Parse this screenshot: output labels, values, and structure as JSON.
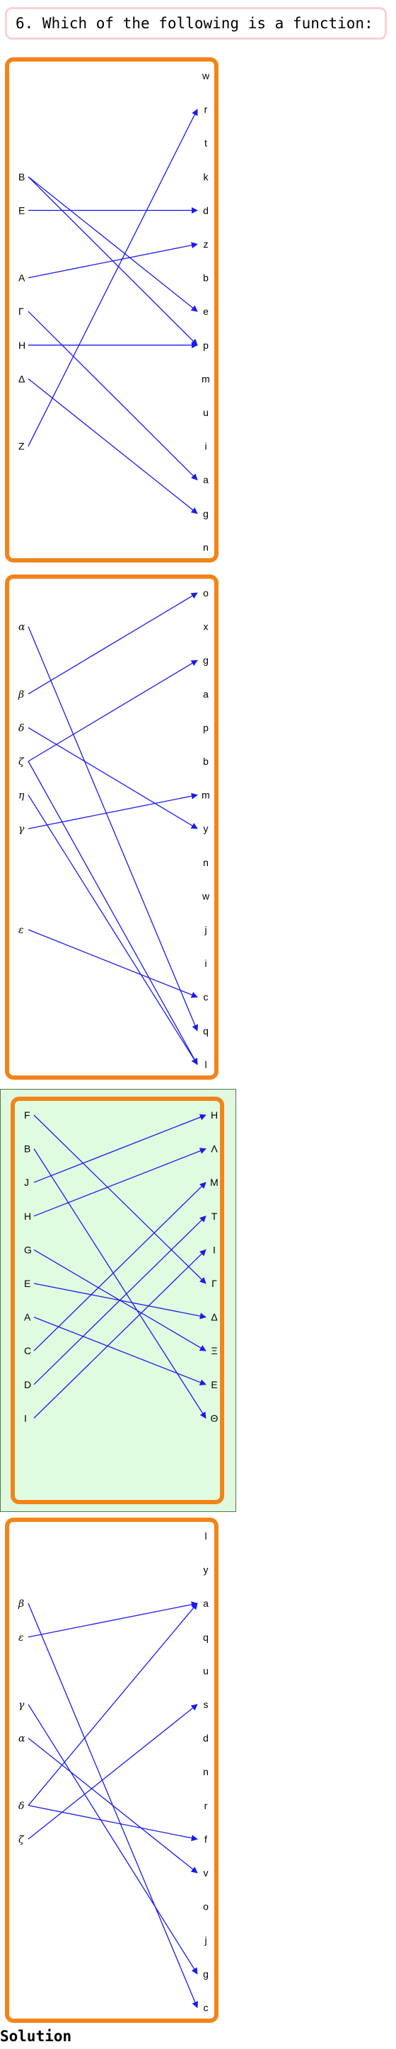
{
  "question": {
    "text": "6. Which of the following is a function:"
  },
  "solution_label": "Solution",
  "colors": {
    "arrow": "#1a1aee",
    "panel_border": "#f28418",
    "question_border": "#f7d2d6",
    "highlight_bg": "#dff8df"
  },
  "options": [
    {
      "highlighted": false,
      "italic_left": false,
      "domain": [
        "B",
        "E",
        "A",
        "Γ",
        "H",
        "Δ",
        "Z"
      ],
      "codomain": [
        "w",
        "r",
        "t",
        "k",
        "d",
        "z",
        "b",
        "e",
        "p",
        "m",
        "u",
        "i",
        "a",
        "g",
        "n"
      ],
      "mappings": [
        [
          "B",
          "e"
        ],
        [
          "B",
          "p"
        ],
        [
          "E",
          "d"
        ],
        [
          "A",
          "z"
        ],
        [
          "Γ",
          "a"
        ],
        [
          "H",
          "p"
        ],
        [
          "Δ",
          "g"
        ],
        [
          "Z",
          "r"
        ]
      ]
    },
    {
      "highlighted": false,
      "italic_left": true,
      "domain": [
        "α",
        "β",
        "δ",
        "ζ",
        "η",
        "γ",
        "ε"
      ],
      "codomain": [
        "o",
        "x",
        "g",
        "a",
        "p",
        "b",
        "m",
        "y",
        "n",
        "w",
        "j",
        "i",
        "c",
        "q",
        "l"
      ],
      "mappings": [
        [
          "α",
          "q"
        ],
        [
          "β",
          "o"
        ],
        [
          "δ",
          "y"
        ],
        [
          "ζ",
          "g"
        ],
        [
          "ζ",
          "l"
        ],
        [
          "η",
          "l"
        ],
        [
          "γ",
          "m"
        ],
        [
          "ε",
          "c"
        ]
      ]
    },
    {
      "highlighted": true,
      "italic_left": false,
      "domain": [
        "F",
        "B",
        "J",
        "H",
        "G",
        "E",
        "A",
        "C",
        "D",
        "I"
      ],
      "codomain": [
        "H",
        "Λ",
        "M",
        "T",
        "I",
        "Γ",
        "Δ",
        "Ξ",
        "E",
        "Θ"
      ],
      "mappings": [
        [
          "F",
          "Γ"
        ],
        [
          "B",
          "Θ"
        ],
        [
          "J",
          "H"
        ],
        [
          "H",
          "Λ"
        ],
        [
          "G",
          "Ξ"
        ],
        [
          "E",
          "Δ"
        ],
        [
          "A",
          "E"
        ],
        [
          "C",
          "M"
        ],
        [
          "D",
          "T"
        ],
        [
          "I",
          "I"
        ]
      ]
    },
    {
      "highlighted": false,
      "italic_left": true,
      "domain": [
        "β",
        "ε",
        "γ",
        "α",
        "δ",
        "ζ"
      ],
      "codomain": [
        "l",
        "y",
        "a",
        "q",
        "u",
        "s",
        "d",
        "n",
        "r",
        "f",
        "v",
        "o",
        "j",
        "g",
        "c"
      ],
      "mappings": [
        [
          "β",
          "c"
        ],
        [
          "ε",
          "a"
        ],
        [
          "γ",
          "g"
        ],
        [
          "α",
          "v"
        ],
        [
          "δ",
          "a"
        ],
        [
          "δ",
          "f"
        ],
        [
          "ζ",
          "s"
        ]
      ]
    }
  ]
}
